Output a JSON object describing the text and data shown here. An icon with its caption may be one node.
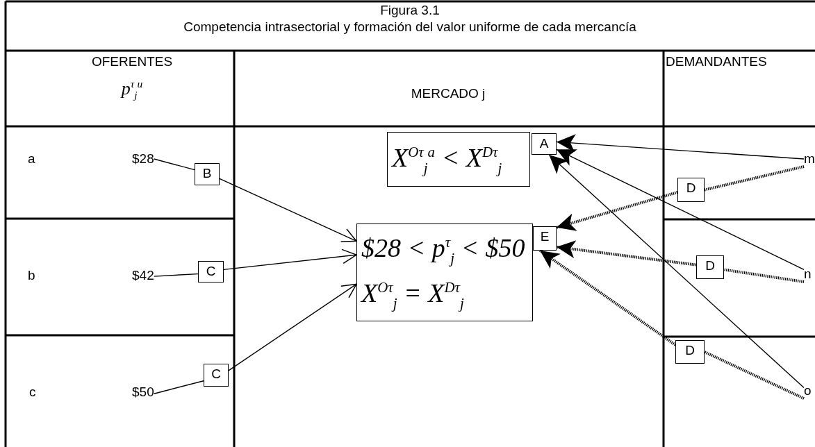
{
  "diagram": {
    "title": "Figura 3.1",
    "nodes": [
      {
        "text": [
          "$28"
        ]
      },
      {
        "text": [
          "B"
        ]
      },
      {
        "text": [
          "$42"
        ]
      },
      {
        "text": [
          "C"
        ]
      },
      {
        "text": [
          "$50"
        ]
      },
      {
        "text": [
          "C"
        ]
      },
      {
        "text": [
          "X$^{Oτ}$$_{j}$$^{a}$ < X$^{Dτ}$$_{j}$"
        ]
      },
      {
        "text": [
          "A"
        ]
      },
      {
        "text": [
          "$28 < p$^{τ}$$_{j}$ < $50",
          "X$^{Oτ}$$_{j}$ = X$^{Dτ}$$_{j}$"
        ]
      },
      {
        "text": [
          "E"
        ]
      },
      {
        "text": [
          "m"
        ]
      },
      {
        "text": [
          "D"
        ]
      },
      {
        "text": [
          "n"
        ]
      },
      {
        "text": [
          "D"
        ]
      },
      {
        "text": [
          "o"
        ]
      },
      {
        "text": [
          "D"
        ]
      }
    ],
    "edges": [
      {
        "from": 0,
        "to": 1,
        "arrow": "none"
      },
      {
        "from": 1,
        "to": 8,
        "arrow": "to"
      },
      {
        "from": 2,
        "to": 3,
        "arrow": "none"
      },
      {
        "from": 3,
        "to": 8,
        "arrow": "to"
      },
      {
        "from": 4,
        "to": 5,
        "arrow": "none"
      },
      {
        "from": 5,
        "to": 8,
        "arrow": "to"
      },
      {
        "from": 10,
        "to": 7,
        "arrow": "to"
      },
      {
        "from": 10,
        "to": 11,
        "arrow": "none",
        "style": "dashed"
      },
      {
        "from": 11,
        "to": 9,
        "arrow": "to",
        "style": "dashed"
      },
      {
        "from": 12,
        "to": 7,
        "arrow": "to"
      },
      {
        "from": 12,
        "to": 13,
        "arrow": "none",
        "style": "dashed"
      },
      {
        "from": 13,
        "to": 9,
        "arrow": "to",
        "style": "dashed"
      },
      {
        "from": 14,
        "to": 7,
        "arrow": "to"
      },
      {
        "from": 14,
        "to": 15,
        "arrow": "none",
        "style": "dashed"
      },
      {
        "from": 15,
        "to": 9,
        "arrow": "to",
        "style": "dashed"
      }
    ],
    "labels": [
      "Competencia intrasectorial y formación del valor uniforme de cada mercancía",
      "OFERENTES",
      "p$^{τ}$$_{j}$$^{u}$",
      "MERCADO j",
      "DEMANDANTES",
      "a",
      "b",
      "c"
    ]
  }
}
